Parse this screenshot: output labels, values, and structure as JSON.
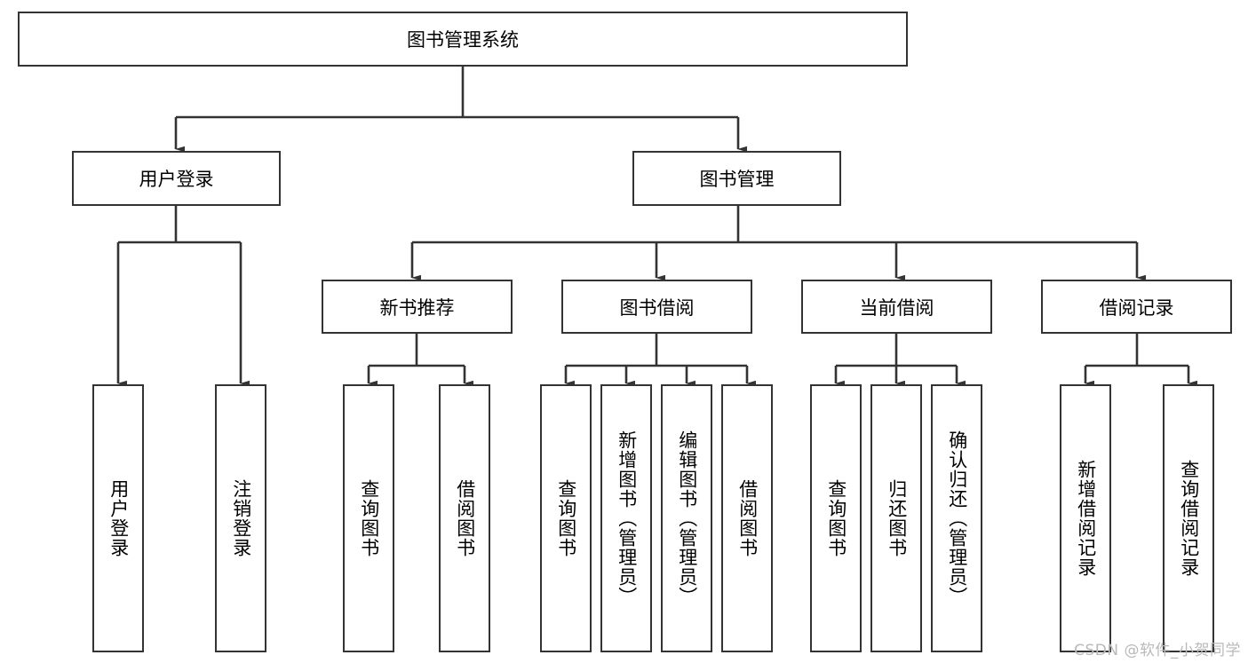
{
  "diagram": {
    "type": "hierarchy-tree",
    "title": "图书管理系统",
    "levels": 4,
    "root": {
      "label": "图书管理系统"
    },
    "level2": [
      {
        "label": "用户登录"
      },
      {
        "label": "图书管理"
      }
    ],
    "level3": [
      {
        "label": "新书推荐"
      },
      {
        "label": "图书借阅"
      },
      {
        "label": "当前借阅"
      },
      {
        "label": "借阅记录"
      }
    ],
    "leaves": {
      "user_login": [
        {
          "label": "用户登录"
        },
        {
          "label": "注销登录"
        }
      ],
      "new_book_recommend": [
        {
          "label": "查询图书"
        },
        {
          "label": "借阅图书"
        }
      ],
      "book_borrow": [
        {
          "label": "查询图书"
        },
        {
          "label": "新增图书（管理员）"
        },
        {
          "label": "编辑图书（管理员）"
        },
        {
          "label": "借阅图书"
        }
      ],
      "current_borrow": [
        {
          "label": "查询图书"
        },
        {
          "label": "归还图书"
        },
        {
          "label": "确认归还（管理员）"
        }
      ],
      "borrow_record": [
        {
          "label": "新增借阅记录"
        },
        {
          "label": "查询借阅记录"
        }
      ]
    }
  },
  "watermark": {
    "text": "CSDN @软件_小贺同学"
  },
  "colors": {
    "box_border": "#333333",
    "box_fill": "#ffffff",
    "connector": "#333333",
    "text": "#000000",
    "watermark": "#b9b9b9",
    "background": "#ffffff"
  }
}
